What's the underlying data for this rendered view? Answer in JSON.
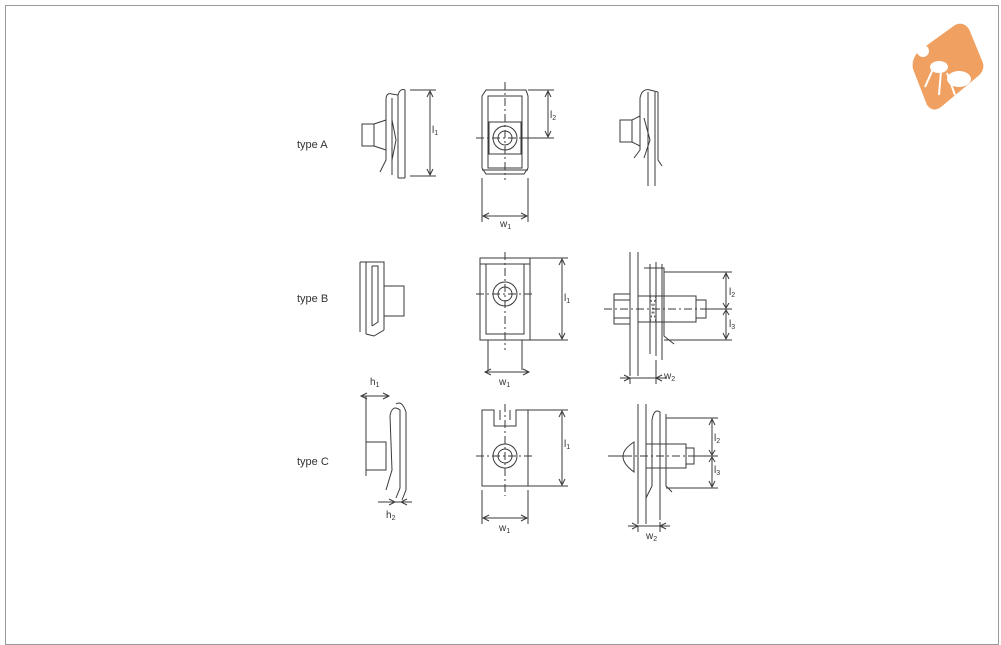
{
  "rows": [
    {
      "label": "type A"
    },
    {
      "label": "type B"
    },
    {
      "label": "type C"
    }
  ],
  "dims": {
    "l": "l",
    "w": "w",
    "h": "h",
    "s1": "1",
    "s2": "2",
    "s3": "3"
  },
  "logo": {
    "icon": "ant-logo-icon",
    "color": "#f0a060"
  }
}
